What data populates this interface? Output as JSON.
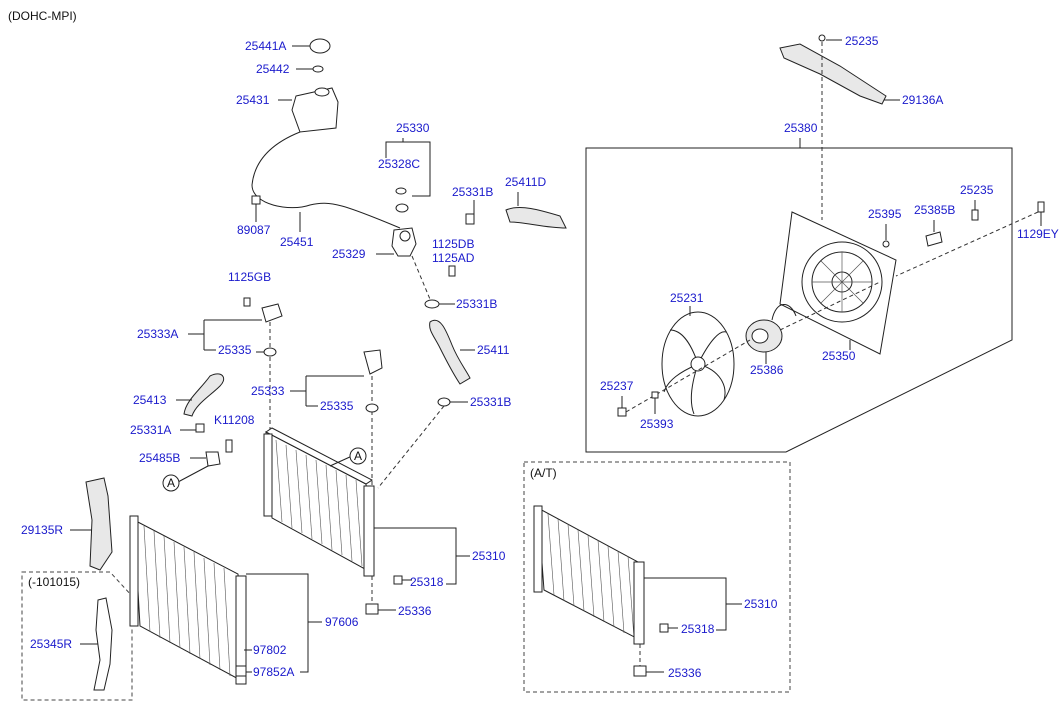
{
  "header": {
    "engine_label": "(DOHC-MPI)"
  },
  "sections": {
    "at_label": "(A/T)",
    "date_label": "(-101015)"
  },
  "ref_marks": {
    "a": "A"
  },
  "parts": {
    "p25441A": "25441A",
    "p25442": "25442",
    "p25431": "25431",
    "p89087": "89087",
    "p25451": "25451",
    "p25330": "25330",
    "p25328C": "25328C",
    "p25329": "25329",
    "p25331B_top": "25331B",
    "p25411D": "25411D",
    "p1125DB": "1125DB",
    "p1125AD": "1125AD",
    "p25331B_mid": "25331B",
    "p25411": "25411",
    "p25331B_low": "25331B",
    "p1125GB": "1125GB",
    "p25333A": "25333A",
    "p25335_a": "25335",
    "p25333": "25333",
    "p25335_b": "25335",
    "p25413": "25413",
    "p25331A": "25331A",
    "pK11208": "K11208",
    "p25485B": "25485B",
    "p29135R": "29135R",
    "p25345R": "25345R",
    "p97606": "97606",
    "p97802": "97802",
    "p97852A": "97852A",
    "p25310": "25310",
    "p25318": "25318",
    "p25336": "25336",
    "p25235_top": "25235",
    "p29136A": "29136A",
    "p25380": "25380",
    "p25235_right": "25235",
    "p25385B": "25385B",
    "p25395": "25395",
    "p1129EY": "1129EY",
    "p25231": "25231",
    "p25350": "25350",
    "p25386": "25386",
    "p25237": "25237",
    "p25393": "25393",
    "p25310_at": "25310",
    "p25318_at": "25318",
    "p25336_at": "25336"
  }
}
